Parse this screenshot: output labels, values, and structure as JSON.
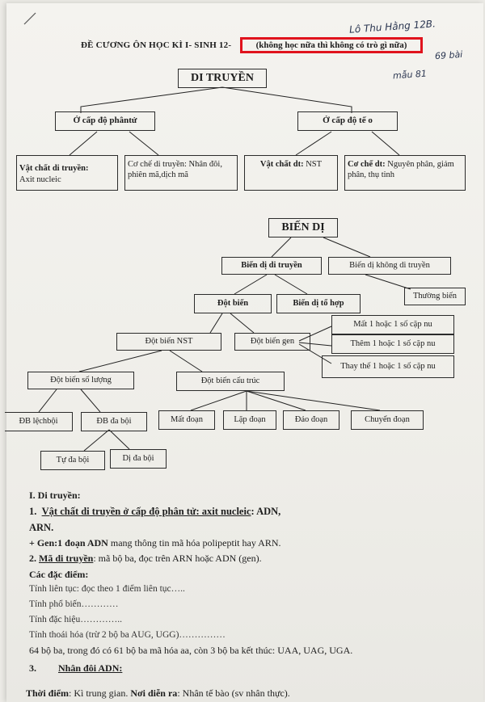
{
  "handwriting": {
    "name": "Lô Thu Hằng 12B.",
    "note1": "69 bài",
    "note2": "mẫu 81"
  },
  "header": {
    "title": "ĐỀ CƯƠNG ÔN HỌC KÌ I- SINH 12-",
    "highlight": "(không học nữa thì không có trò gì nữa)"
  },
  "di_truyen": {
    "root": "DI TRUYỀN",
    "phan_tu": "Ở cấp độ phântử",
    "te_bao": "Ở cấp độ tế o",
    "vc_pt_label": "Vật chất di truyền:",
    "vc_pt_value": "Axit nucleic",
    "cc_pt_label": "Cơ chế di truyền:",
    "cc_pt_value": "Nhân đôi, phiên mã,dịch mã",
    "vc_tb_label": "Vật chất dt:",
    "vc_tb_value": "NST",
    "cc_tb_label": "Cơ chế dt:",
    "cc_tb_value": "Nguyên phân, giảm phân, thụ tinh"
  },
  "bien_di": {
    "root": "BIẾN DỊ",
    "di_truyen": "Biến dị di truyền",
    "khong_di_truyen": "Biến dị không di truyền",
    "thuong_bien": "Thường biến",
    "dot_bien": "Đột biến",
    "to_hop": "Biến dị tổ hợp",
    "dot_bien_nst": "Đột biến NST",
    "dot_bien_gen": "Đột biến gen",
    "mat": "Mất 1 hoặc 1 số cặp nu",
    "them": "Thêm 1 hoặc 1 số cặp nu",
    "thay": "Thay thế 1 hoặc 1 số cặp nu",
    "so_luong": "Đột biến số lượng",
    "cau_truc": "Đột biến cấu trúc",
    "lech_boi": "ĐB lệchbội",
    "da_boi": "ĐB đa bội",
    "tu_da_boi": "Tự đa bội",
    "di_da_boi": "Dị đa bội",
    "mat_doan": "Mất đoạn",
    "lap_doan": "Lặp đoạn",
    "dao_doan": "Đảo đoạn",
    "chuyen_doan": "Chuyển đoạn"
  },
  "content": {
    "s1_heading": "I. Di truyền:",
    "s1_item1_num": "1.",
    "s1_item1_label": "Vật chất di truyền ở cấp độ phân tử: axit nucleic",
    "s1_item1_rest": ": ADN,",
    "s1_item1_cont": "ARN.",
    "gen_bold": "+ Gen:1 đoạn ADN",
    "gen_rest": " mang thông tin mã hóa polipeptit hay ARN.",
    "s2_num": "2.",
    "s2_label": "Mã di truyền",
    "s2_rest": ": mã bộ ba, đọc trên ARN hoặc ADN (gen).",
    "features_heading": "Các đặc điểm:",
    "f1": "Tính liên tục: đọc theo 1 điểm liên tục…..",
    "f2": "Tính phổ biến…………",
    "f3": "Tính đặc hiệu…………..",
    "f4": "Tính thoái hóa (trừ 2 bộ ba AUG, UGG)……………",
    "codons": "64 bộ ba, trong đó có 61 bộ ba mã hóa aa, còn 3 bộ ba kết thúc: UAA, UAG, UGA.",
    "s3_num": "3.",
    "s3_label": "Nhân đôi ADN:",
    "time_label": "Thời điểm",
    "time_value": ": Kì trung gian. ",
    "place_label": "Nơi diễn ra",
    "place_value": ": Nhân tế bào (sv nhân thực)."
  }
}
